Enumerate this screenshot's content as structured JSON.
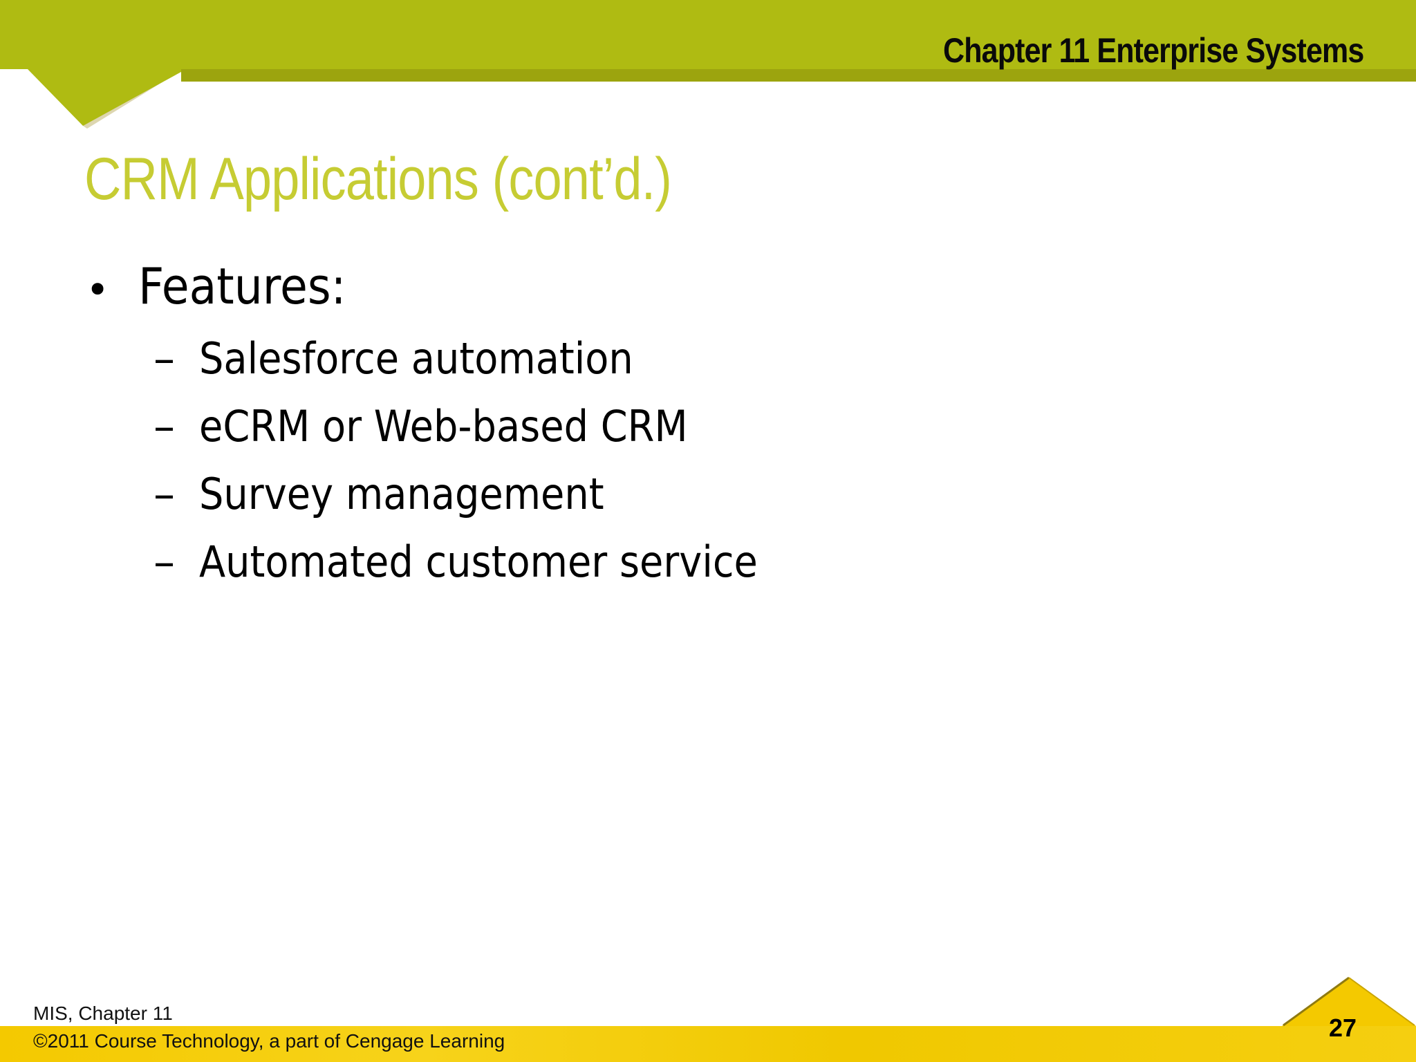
{
  "header": {
    "chapter_title": "Chapter 11 Enterprise Systems",
    "band_color": "#afbb12",
    "shadow_color": "#9ca40e"
  },
  "slide": {
    "title": "CRM Applications (cont’d.)",
    "title_color": "#c6cc33",
    "bullets": [
      {
        "text": "Features:",
        "sub_bullets": [
          "Salesforce automation",
          "eCRM or Web-based CRM",
          "Survey management",
          "Automated customer service"
        ]
      }
    ],
    "bullet_glyph": "•",
    "sub_bullet_glyph": "–"
  },
  "footer": {
    "course": "MIS, Chapter 11",
    "copyright": "©2011 Course Technology, a part of Cengage Learning",
    "page_number": "27",
    "band_color": "#f4c900"
  }
}
